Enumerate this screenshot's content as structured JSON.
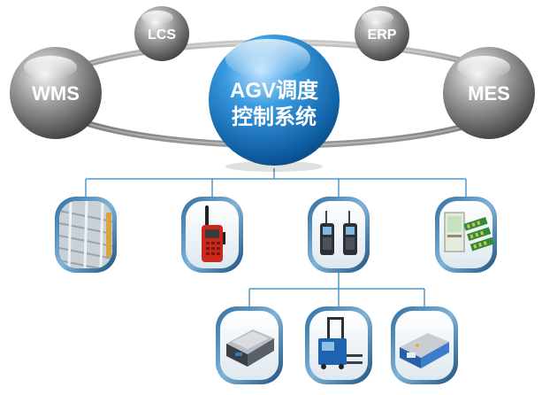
{
  "nodes": {
    "wms": "WMS",
    "lcs": "LCS",
    "erp": "ERP",
    "mes": "MES",
    "core_line1": "AGV调度",
    "core_line2": "控制系统"
  },
  "devices_row1": [
    {
      "icon": "storage-rack-icon"
    },
    {
      "icon": "walkie-talkie-icon"
    },
    {
      "icon": "wireless-terminals-icon"
    },
    {
      "icon": "control-cabinet-icon"
    }
  ],
  "devices_row2": [
    {
      "icon": "agv-platform-icon"
    },
    {
      "icon": "agv-forklift-icon"
    },
    {
      "icon": "agv-carrier-icon"
    }
  ],
  "colors": {
    "line": "#4f97c5",
    "ring": "#6a6a6a",
    "core": "#1e7fc9",
    "sphere": "#7d7d7d"
  }
}
